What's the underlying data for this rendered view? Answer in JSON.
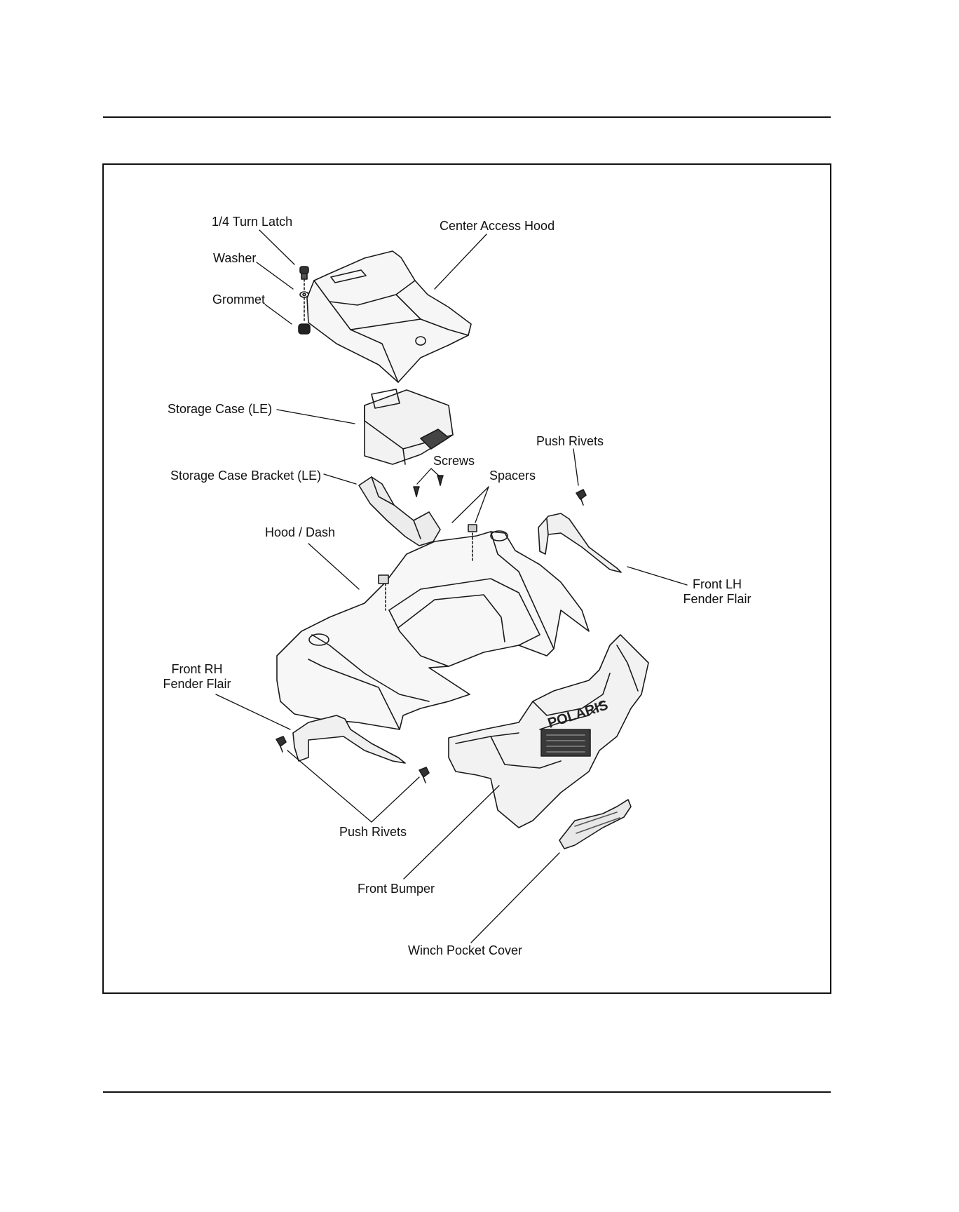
{
  "labels": {
    "turn_latch": "1/4 Turn Latch",
    "center_access_hood": "Center Access Hood",
    "washer": "Washer",
    "grommet": "Grommet",
    "storage_case": "Storage Case (LE)",
    "push_rivets_top": "Push Rivets",
    "screws": "Screws",
    "storage_case_bracket": "Storage Case Bracket (LE)",
    "spacers": "Spacers",
    "hood_dash": "Hood / Dash",
    "front_lh_line1": "Front LH",
    "front_lh_line2": "Fender Flair",
    "front_rh_line1": "Front RH",
    "front_rh_line2": "Fender Flair",
    "push_rivets_bottom": "Push Rivets",
    "front_bumper": "Front Bumper",
    "winch_pocket_cover": "Winch Pocket Cover"
  },
  "logo_text": "POLARIS"
}
